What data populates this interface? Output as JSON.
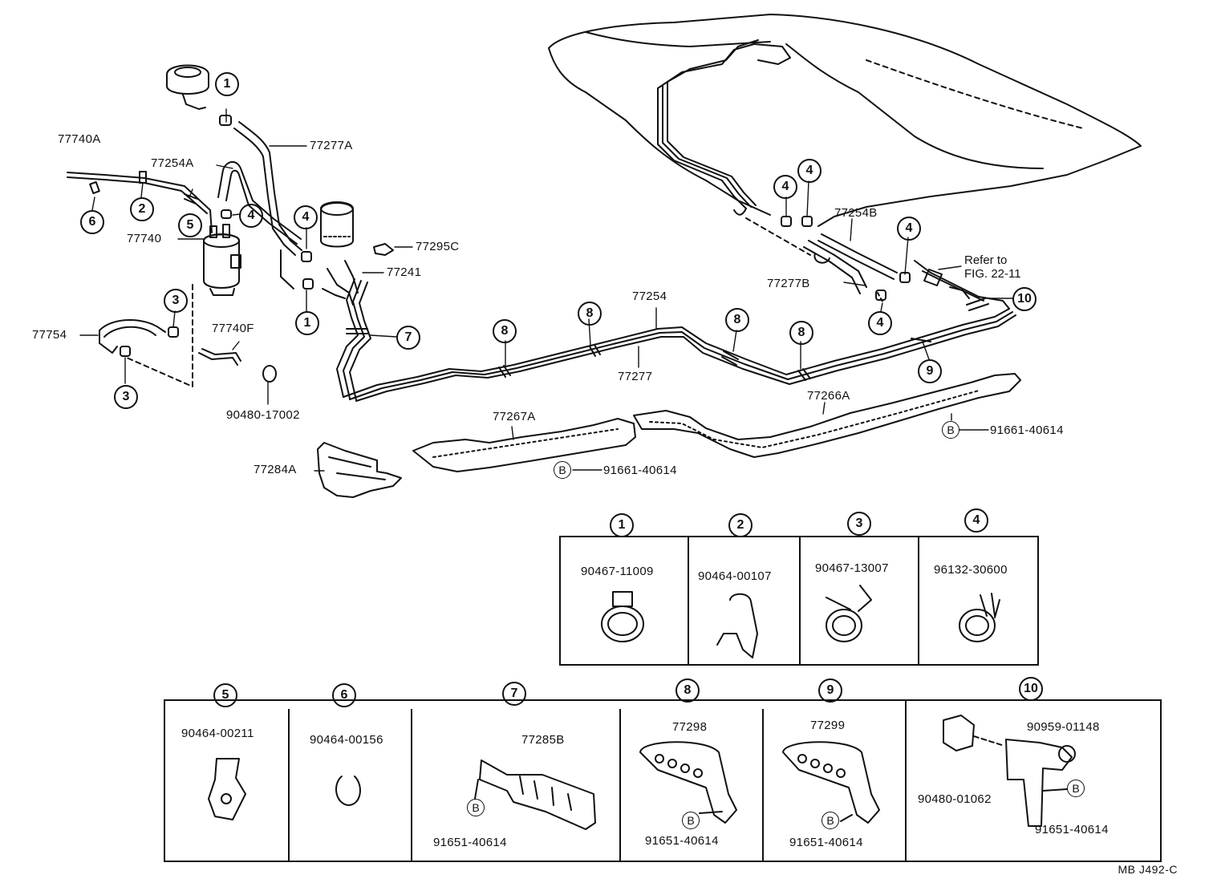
{
  "callouts": {
    "c1": "1",
    "c2": "2",
    "c3": "3",
    "c4": "4",
    "c5": "5",
    "c6": "6",
    "c7": "7",
    "c8": "8",
    "c9": "9",
    "c10": "10"
  },
  "bolt_marker": "B",
  "parts": {
    "p77740A": "77740A",
    "p77277A": "77277A",
    "p77254A": "77254A",
    "p77740": "77740",
    "p77295C": "77295C",
    "p77241": "77241",
    "p77754": "77754",
    "p77740F": "77740F",
    "p90480_17002": "90480-17002",
    "p77254": "77254",
    "p77277": "77277",
    "p77254B": "77254B",
    "p77277B": "77277B",
    "p77266A": "77266A",
    "p77267A": "77267A",
    "p91661_40614": "91661-40614",
    "p77284A": "77284A"
  },
  "refer_to": {
    "line1": "Refer to",
    "line2": "FIG. 22-11"
  },
  "legend_top": [
    {
      "num": "1",
      "code": "90467-11009"
    },
    {
      "num": "2",
      "code": "90464-00107"
    },
    {
      "num": "3",
      "code": "90467-13007"
    },
    {
      "num": "4",
      "code": "96132-30600"
    }
  ],
  "legend_bottom": [
    {
      "num": "5",
      "code": "90464-00211"
    },
    {
      "num": "6",
      "code": "90464-00156"
    },
    {
      "num": "7",
      "code": "77285B",
      "bolt": "91651-40614"
    },
    {
      "num": "8",
      "code": "77298",
      "bolt": "91651-40614"
    },
    {
      "num": "9",
      "code": "77299",
      "bolt": "91651-40614"
    },
    {
      "num": "10",
      "code": "90959-01148",
      "code2": "90480-01062",
      "bolt": "91651-40614"
    }
  ],
  "footer": "MB J492-C"
}
